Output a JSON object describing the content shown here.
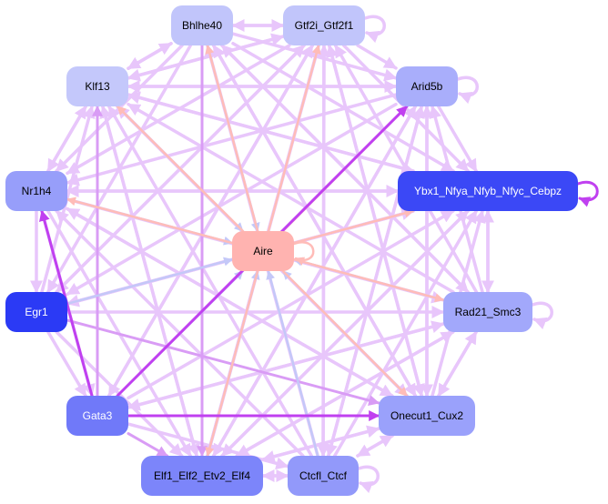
{
  "colors": {
    "edge_default": "#e8c6fb",
    "edge_medium": "#d99cf5",
    "edge_strong": "#c040f0",
    "edge_from_aire": "#ffbcb8",
    "edge_to_aire": "#c4c8f8",
    "node_aire": "#ffb3b0",
    "text_dark": "#000000",
    "text_light": "#ffffff"
  },
  "nodes": [
    {
      "id": "Aire",
      "label": "Aire",
      "fill": "#ffb3b0",
      "text": "dark"
    },
    {
      "id": "Bhlhe40",
      "label": "Bhlhe40",
      "fill": "#c1c5fb",
      "text": "dark"
    },
    {
      "id": "Gtf2i_Gtf2f1",
      "label": "Gtf2i_Gtf2f1",
      "fill": "#c1c5fb",
      "text": "dark"
    },
    {
      "id": "Arid5b",
      "label": "Arid5b",
      "fill": "#a9aefb",
      "text": "dark"
    },
    {
      "id": "Ybx1",
      "label": "Ybx1_Nfya_Nfyb_Nfyc_Cebpz",
      "fill": "#3b48f6",
      "text": "light"
    },
    {
      "id": "Rad21_Smc3",
      "label": "Rad21_Smc3",
      "fill": "#a2a8fb",
      "text": "dark"
    },
    {
      "id": "Onecut1_Cux2",
      "label": "Onecut1_Cux2",
      "fill": "#9aa1fb",
      "text": "dark"
    },
    {
      "id": "Ctcfl_Ctcf",
      "label": "Ctcfl_Ctcf",
      "fill": "#9299fa",
      "text": "dark"
    },
    {
      "id": "Elf",
      "label": "Elf1_Elf2_Etv2_Elf4",
      "fill": "#7c85fa",
      "text": "dark"
    },
    {
      "id": "Gata3",
      "label": "Gata3",
      "fill": "#7079f9",
      "text": "light"
    },
    {
      "id": "Egr1",
      "label": "Egr1",
      "fill": "#2b3af5",
      "text": "light"
    },
    {
      "id": "Nr1h4",
      "label": "Nr1h4",
      "fill": "#979efa",
      "text": "dark"
    },
    {
      "id": "Klf13",
      "label": "Klf13",
      "fill": "#c4c8fb",
      "text": "dark"
    }
  ],
  "edges": [
    {
      "s": "Aire",
      "t": "Aire",
      "k": "from_aire"
    },
    {
      "s": "Aire",
      "t": "Bhlhe40",
      "k": "from_aire"
    },
    {
      "s": "Aire",
      "t": "Gtf2i_Gtf2f1",
      "k": "from_aire"
    },
    {
      "s": "Aire",
      "t": "Arid5b",
      "k": "from_aire"
    },
    {
      "s": "Aire",
      "t": "Ybx1",
      "k": "from_aire"
    },
    {
      "s": "Aire",
      "t": "Rad21_Smc3",
      "k": "from_aire"
    },
    {
      "s": "Aire",
      "t": "Onecut1_Cux2",
      "k": "from_aire"
    },
    {
      "s": "Aire",
      "t": "Elf",
      "k": "from_aire"
    },
    {
      "s": "Aire",
      "t": "Nr1h4",
      "k": "from_aire"
    },
    {
      "s": "Aire",
      "t": "Klf13",
      "k": "from_aire"
    },
    {
      "s": "Bhlhe40",
      "t": "Aire",
      "k": "to_aire"
    },
    {
      "s": "Klf13",
      "t": "Aire",
      "k": "to_aire"
    },
    {
      "s": "Rad21_Smc3",
      "t": "Aire",
      "k": "to_aire"
    },
    {
      "s": "Ctcfl_Ctcf",
      "t": "Aire",
      "k": "to_aire"
    },
    {
      "s": "Gata3",
      "t": "Aire",
      "k": "to_aire"
    },
    {
      "s": "Egr1",
      "t": "Aire",
      "k": "to_aire"
    },
    {
      "s": "Nr1h4",
      "t": "Aire",
      "k": "to_aire"
    },
    {
      "s": "Onecut1_Cux2",
      "t": "Aire",
      "k": "to_aire"
    },
    {
      "s": "Elf",
      "t": "Aire",
      "k": "to_aire"
    },
    {
      "s": "Gata3",
      "t": "Onecut1_Cux2",
      "k": "strong"
    },
    {
      "s": "Gata3",
      "t": "Elf",
      "k": "medium"
    },
    {
      "s": "Gata3",
      "t": "Klf13",
      "k": "medium"
    },
    {
      "s": "Gata3",
      "t": "Nr1h4",
      "k": "strong"
    },
    {
      "s": "Gata3",
      "t": "Arid5b",
      "k": "strong"
    },
    {
      "s": "Ybx1",
      "t": "Ybx1",
      "k": "strong"
    },
    {
      "s": "Arid5b",
      "t": "Arid5b",
      "k": "default"
    },
    {
      "s": "Gtf2i_Gtf2f1",
      "t": "Gtf2i_Gtf2f1",
      "k": "default"
    },
    {
      "s": "Rad21_Smc3",
      "t": "Rad21_Smc3",
      "k": "default"
    },
    {
      "s": "Ctcfl_Ctcf",
      "t": "Ctcfl_Ctcf",
      "k": "default"
    },
    {
      "s": "Elf",
      "t": "Ctcfl_Ctcf",
      "k": "default"
    },
    {
      "s": "Ctcfl_Ctcf",
      "t": "Elf",
      "k": "default"
    },
    {
      "s": "Bhlhe40",
      "t": "Gtf2i_Gtf2f1",
      "k": "default"
    },
    {
      "s": "Gtf2i_Gtf2f1",
      "t": "Bhlhe40",
      "k": "default"
    },
    {
      "s": "Bhlhe40",
      "t": "Klf13",
      "k": "default"
    },
    {
      "s": "Klf13",
      "t": "Bhlhe40",
      "k": "default"
    },
    {
      "s": "Gtf2i_Gtf2f1",
      "t": "Arid5b",
      "k": "default"
    },
    {
      "s": "Arid5b",
      "t": "Ybx1",
      "k": "default"
    },
    {
      "s": "Ybx1",
      "t": "Rad21_Smc3",
      "k": "default"
    },
    {
      "s": "Rad21_Smc3",
      "t": "Ybx1",
      "k": "default"
    },
    {
      "s": "Rad21_Smc3",
      "t": "Onecut1_Cux2",
      "k": "default"
    },
    {
      "s": "Onecut1_Cux2",
      "t": "Rad21_Smc3",
      "k": "default"
    },
    {
      "s": "Onecut1_Cux2",
      "t": "Ctcfl_Ctcf",
      "k": "default"
    },
    {
      "s": "Ctcfl_Ctcf",
      "t": "Onecut1_Cux2",
      "k": "default"
    },
    {
      "s": "Klf13",
      "t": "Nr1h4",
      "k": "default"
    },
    {
      "s": "Nr1h4",
      "t": "Klf13",
      "k": "default"
    },
    {
      "s": "Nr1h4",
      "t": "Egr1",
      "k": "default"
    },
    {
      "s": "Egr1",
      "t": "Gata3",
      "k": "default"
    },
    {
      "s": "Nr1h4",
      "t": "Gata3",
      "k": "default"
    },
    {
      "s": "Klf13",
      "t": "Gtf2i_Gtf2f1",
      "k": "default"
    },
    {
      "s": "Klf13",
      "t": "Arid5b",
      "k": "default"
    },
    {
      "s": "Klf13",
      "t": "Ybx1",
      "k": "default"
    },
    {
      "s": "Klf13",
      "t": "Onecut1_Cux2",
      "k": "default"
    },
    {
      "s": "Klf13",
      "t": "Elf",
      "k": "default"
    },
    {
      "s": "Bhlhe40",
      "t": "Arid5b",
      "k": "default"
    },
    {
      "s": "Bhlhe40",
      "t": "Ybx1",
      "k": "default"
    },
    {
      "s": "Bhlhe40",
      "t": "Nr1h4",
      "k": "default"
    },
    {
      "s": "Bhlhe40",
      "t": "Egr1",
      "k": "default"
    },
    {
      "s": "Bhlhe40",
      "t": "Rad21_Smc3",
      "k": "default"
    },
    {
      "s": "Bhlhe40",
      "t": "Elf",
      "k": "medium"
    },
    {
      "s": "Bhlhe40",
      "t": "Onecut1_Cux2",
      "k": "default"
    },
    {
      "s": "Gtf2i_Gtf2f1",
      "t": "Klf13",
      "k": "default"
    },
    {
      "s": "Gtf2i_Gtf2f1",
      "t": "Ybx1",
      "k": "default"
    },
    {
      "s": "Gtf2i_Gtf2f1",
      "t": "Nr1h4",
      "k": "default"
    },
    {
      "s": "Gtf2i_Gtf2f1",
      "t": "Egr1",
      "k": "default"
    },
    {
      "s": "Gtf2i_Gtf2f1",
      "t": "Gata3",
      "k": "default"
    },
    {
      "s": "Gtf2i_Gtf2f1",
      "t": "Onecut1_Cux2",
      "k": "default"
    },
    {
      "s": "Gtf2i_Gtf2f1",
      "t": "Ctcfl_Ctcf",
      "k": "default"
    },
    {
      "s": "Gtf2i_Gtf2f1",
      "t": "Elf",
      "k": "default"
    },
    {
      "s": "Arid5b",
      "t": "Klf13",
      "k": "default"
    },
    {
      "s": "Arid5b",
      "t": "Nr1h4",
      "k": "default"
    },
    {
      "s": "Arid5b",
      "t": "Egr1",
      "k": "default"
    },
    {
      "s": "Arid5b",
      "t": "Elf",
      "k": "default"
    },
    {
      "s": "Arid5b",
      "t": "Onecut1_Cux2",
      "k": "default"
    },
    {
      "s": "Arid5b",
      "t": "Ctcfl_Ctcf",
      "k": "default"
    },
    {
      "s": "Ybx1",
      "t": "Nr1h4",
      "k": "default"
    },
    {
      "s": "Ybx1",
      "t": "Egr1",
      "k": "default"
    },
    {
      "s": "Ybx1",
      "t": "Elf",
      "k": "default"
    },
    {
      "s": "Ybx1",
      "t": "Klf13",
      "k": "default"
    },
    {
      "s": "Nr1h4",
      "t": "Ybx1",
      "k": "default"
    },
    {
      "s": "Nr1h4",
      "t": "Onecut1_Cux2",
      "k": "default"
    },
    {
      "s": "Nr1h4",
      "t": "Elf",
      "k": "default"
    },
    {
      "s": "Nr1h4",
      "t": "Rad21_Smc3",
      "k": "default"
    },
    {
      "s": "Egr1",
      "t": "Ybx1",
      "k": "default"
    },
    {
      "s": "Egr1",
      "t": "Onecut1_Cux2",
      "k": "medium"
    },
    {
      "s": "Egr1",
      "t": "Elf",
      "k": "default"
    },
    {
      "s": "Egr1",
      "t": "Gtf2i_Gtf2f1",
      "k": "default"
    },
    {
      "s": "Egr1",
      "t": "Rad21_Smc3",
      "k": "default"
    },
    {
      "s": "Egr1",
      "t": "Klf13",
      "k": "default"
    },
    {
      "s": "Gata3",
      "t": "Ybx1",
      "k": "default"
    },
    {
      "s": "Gata3",
      "t": "Rad21_Smc3",
      "k": "default"
    },
    {
      "s": "Gata3",
      "t": "Gtf2i_Gtf2f1",
      "k": "default"
    },
    {
      "s": "Gata3",
      "t": "Ctcfl_Ctcf",
      "k": "default"
    },
    {
      "s": "Elf",
      "t": "Arid5b",
      "k": "default"
    },
    {
      "s": "Elf",
      "t": "Ybx1",
      "k": "default"
    },
    {
      "s": "Elf",
      "t": "Gtf2i_Gtf2f1",
      "k": "default"
    },
    {
      "s": "Elf",
      "t": "Rad21_Smc3",
      "k": "default"
    },
    {
      "s": "Elf",
      "t": "Klf13",
      "k": "default"
    },
    {
      "s": "Elf",
      "t": "Onecut1_Cux2",
      "k": "default"
    },
    {
      "s": "Ctcfl_Ctcf",
      "t": "Gtf2i_Gtf2f1",
      "k": "default"
    },
    {
      "s": "Ctcfl_Ctcf",
      "t": "Bhlhe40",
      "k": "default"
    },
    {
      "s": "Ctcfl_Ctcf",
      "t": "Nr1h4",
      "k": "default"
    },
    {
      "s": "Ctcfl_Ctcf",
      "t": "Klf13",
      "k": "default"
    },
    {
      "s": "Ctcfl_Ctcf",
      "t": "Ybx1",
      "k": "default"
    },
    {
      "s": "Ctcfl_Ctcf",
      "t": "Arid5b",
      "k": "default"
    },
    {
      "s": "Onecut1_Cux2",
      "t": "Ybx1",
      "k": "default"
    },
    {
      "s": "Onecut1_Cux2",
      "t": "Gtf2i_Gtf2f1",
      "k": "default"
    },
    {
      "s": "Onecut1_Cux2",
      "t": "Arid5b",
      "k": "default"
    },
    {
      "s": "Onecut1_Cux2",
      "t": "Klf13",
      "k": "default"
    },
    {
      "s": "Onecut1_Cux2",
      "t": "Bhlhe40",
      "k": "default"
    },
    {
      "s": "Onecut1_Cux2",
      "t": "Nr1h4",
      "k": "default"
    },
    {
      "s": "Onecut1_Cux2",
      "t": "Elf",
      "k": "default"
    },
    {
      "s": "Rad21_Smc3",
      "t": "Gtf2i_Gtf2f1",
      "k": "default"
    },
    {
      "s": "Rad21_Smc3",
      "t": "Bhlhe40",
      "k": "default"
    },
    {
      "s": "Rad21_Smc3",
      "t": "Klf13",
      "k": "default"
    },
    {
      "s": "Rad21_Smc3",
      "t": "Elf",
      "k": "default"
    },
    {
      "s": "Rad21_Smc3",
      "t": "Gata3",
      "k": "default"
    },
    {
      "s": "Rad21_Smc3",
      "t": "Arid5b",
      "k": "default"
    }
  ]
}
